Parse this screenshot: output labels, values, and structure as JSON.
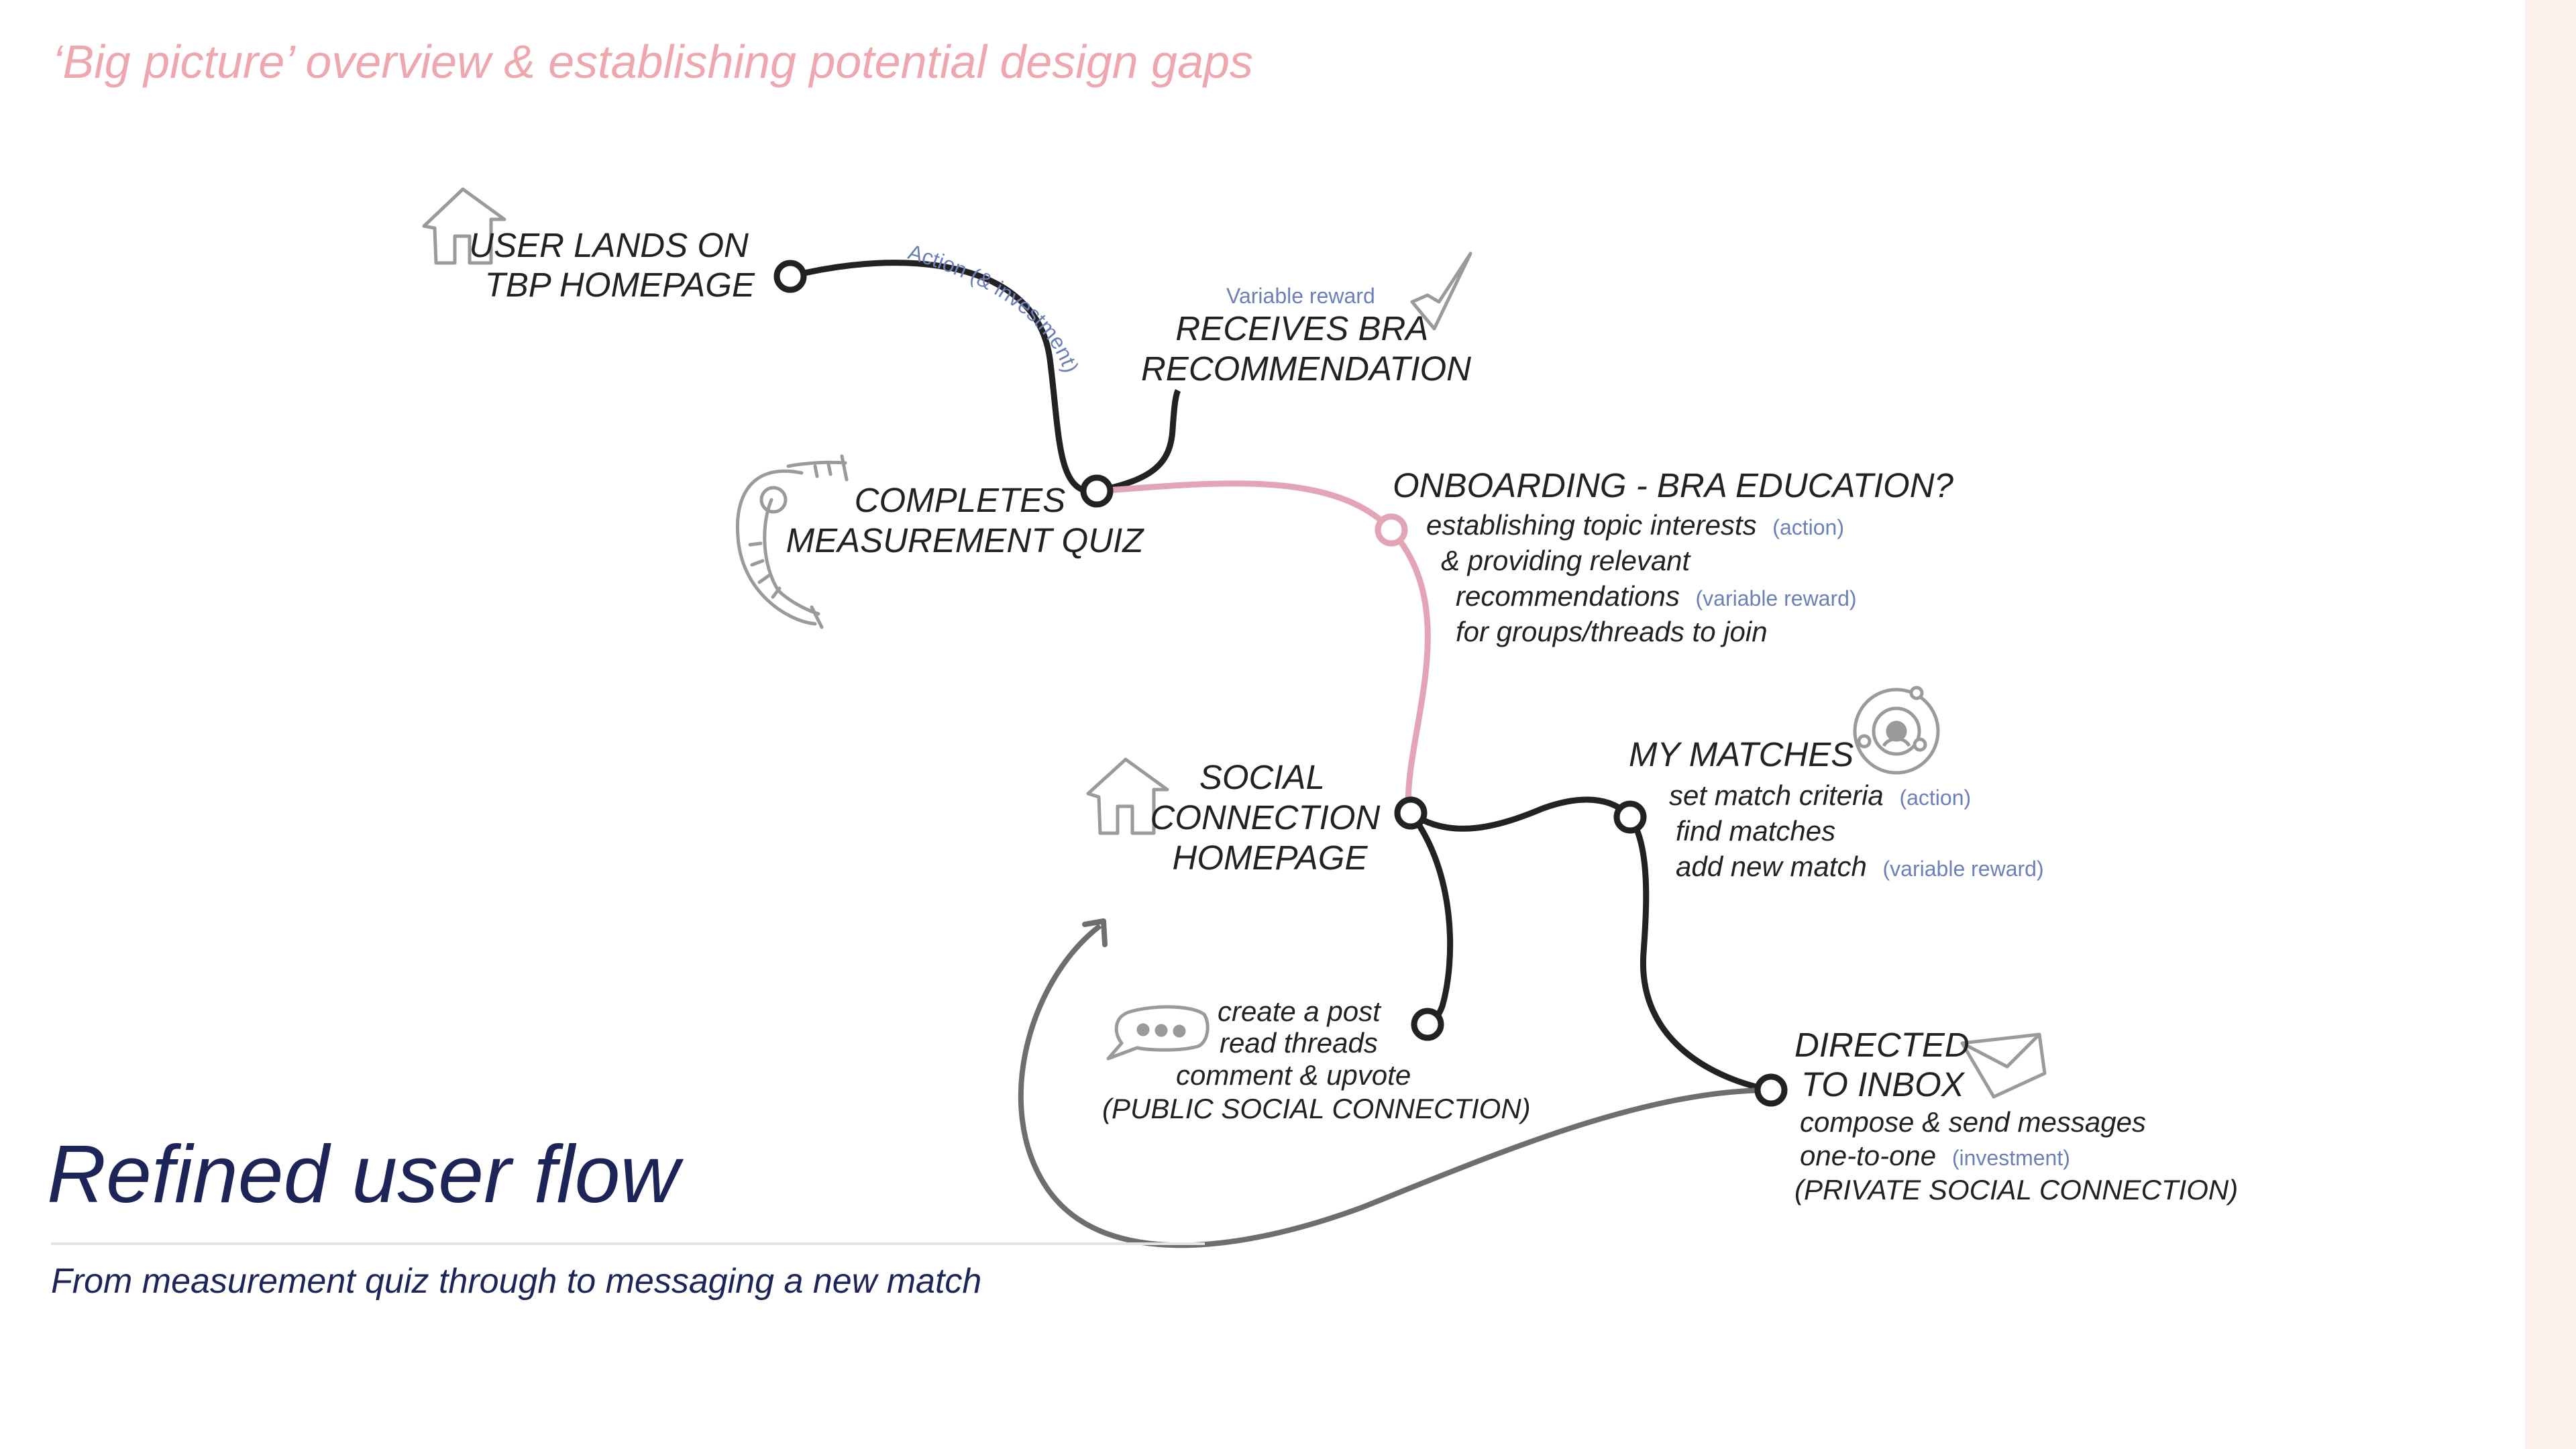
{
  "header": {
    "overview": "‘Big picture’ overview & establishing potential design gaps"
  },
  "title": {
    "main": "Refined user flow",
    "subtitle": "From measurement quiz through to messaging a new match"
  },
  "colors": {
    "heading": "#eea7ae",
    "title": "#1d2558",
    "node": "#222222",
    "tag": "#6b7fb8",
    "pink_path": "#e3a5b6",
    "return_path": "#6e6e6e",
    "icon": "#9a9a9a",
    "side_strip": "#fbf0ea"
  },
  "nodes": {
    "landing": {
      "line1": "USER LANDS ON",
      "line2": "TBP HOMEPAGE",
      "icon": "house-icon"
    },
    "quiz": {
      "line1": "COMPLETES",
      "line2": "MEASUREMENT QUIZ",
      "icon": "tape-measure-icon"
    },
    "bra": {
      "tag": "Variable reward",
      "line1": "RECEIVES BRA",
      "line2": "RECOMMENDATION",
      "icon": "checkmark-icon"
    },
    "onboarding": {
      "title": "ONBOARDING - BRA EDUCATION?",
      "line1": "establishing topic interests",
      "line1_tag": "(action)",
      "line2": "& providing relevant",
      "line3": "recommendations",
      "line3_tag": "(variable reward)",
      "line4": "for groups/threads to join"
    },
    "social": {
      "line1": "SOCIAL",
      "line2": "CONNECTION",
      "line3": "HOMEPAGE",
      "icon": "house-icon"
    },
    "matches": {
      "title": "MY MATCHES",
      "icon": "match-radar-icon",
      "line1": "set match criteria",
      "line1_tag": "(action)",
      "line2": "find matches",
      "line3": "add new match",
      "line3_tag": "(variable reward)"
    },
    "public": {
      "line1": "create a post",
      "line2": "read threads",
      "line3": "comment & upvote",
      "line4": "(PUBLIC SOCIAL CONNECTION)",
      "icon": "chat-bubble-icon"
    },
    "inbox": {
      "line1": "DIRECTED",
      "line2": "TO INBOX",
      "icon": "envelope-icon",
      "line3": "compose & send messages",
      "line4": "one-to-one",
      "line4_tag": "(investment)",
      "line5": "(PRIVATE SOCIAL CONNECTION)"
    }
  },
  "edges": {
    "landing_to_quiz": "Action (& investment)"
  }
}
